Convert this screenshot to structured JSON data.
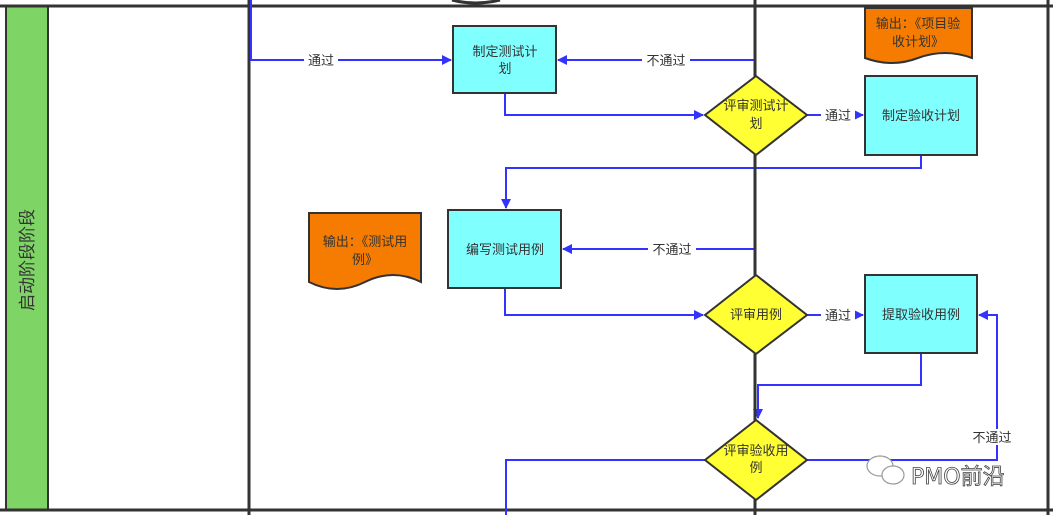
{
  "lane": {
    "label": "启动阶段阶段",
    "color": "#7ed565"
  },
  "colors": {
    "process": "#80ffff",
    "decision": "#ffff33",
    "document": "#f57c00",
    "flow": "#3333ff",
    "border": "#333333"
  },
  "nodes": {
    "make_test_plan": [
      "制定测试计",
      "划"
    ],
    "review_test_plan": [
      "评审测试计",
      "划"
    ],
    "make_accept_plan": [
      "制定验收计划"
    ],
    "output_accept_plan": [
      "输出：《项目验",
      "收计划》"
    ],
    "write_cases": [
      "编写测试用例"
    ],
    "output_cases": [
      "输出：《测试用",
      "例》"
    ],
    "review_cases": [
      "评审用例"
    ],
    "extract_accept_cases": [
      "提取验收用例"
    ],
    "review_accept_cases": [
      "评审验收用",
      "例"
    ]
  },
  "edges": {
    "pass": "通过",
    "fail": "不通过"
  },
  "watermark": {
    "text": "PMO前沿",
    "icon": "wechat-icon"
  }
}
